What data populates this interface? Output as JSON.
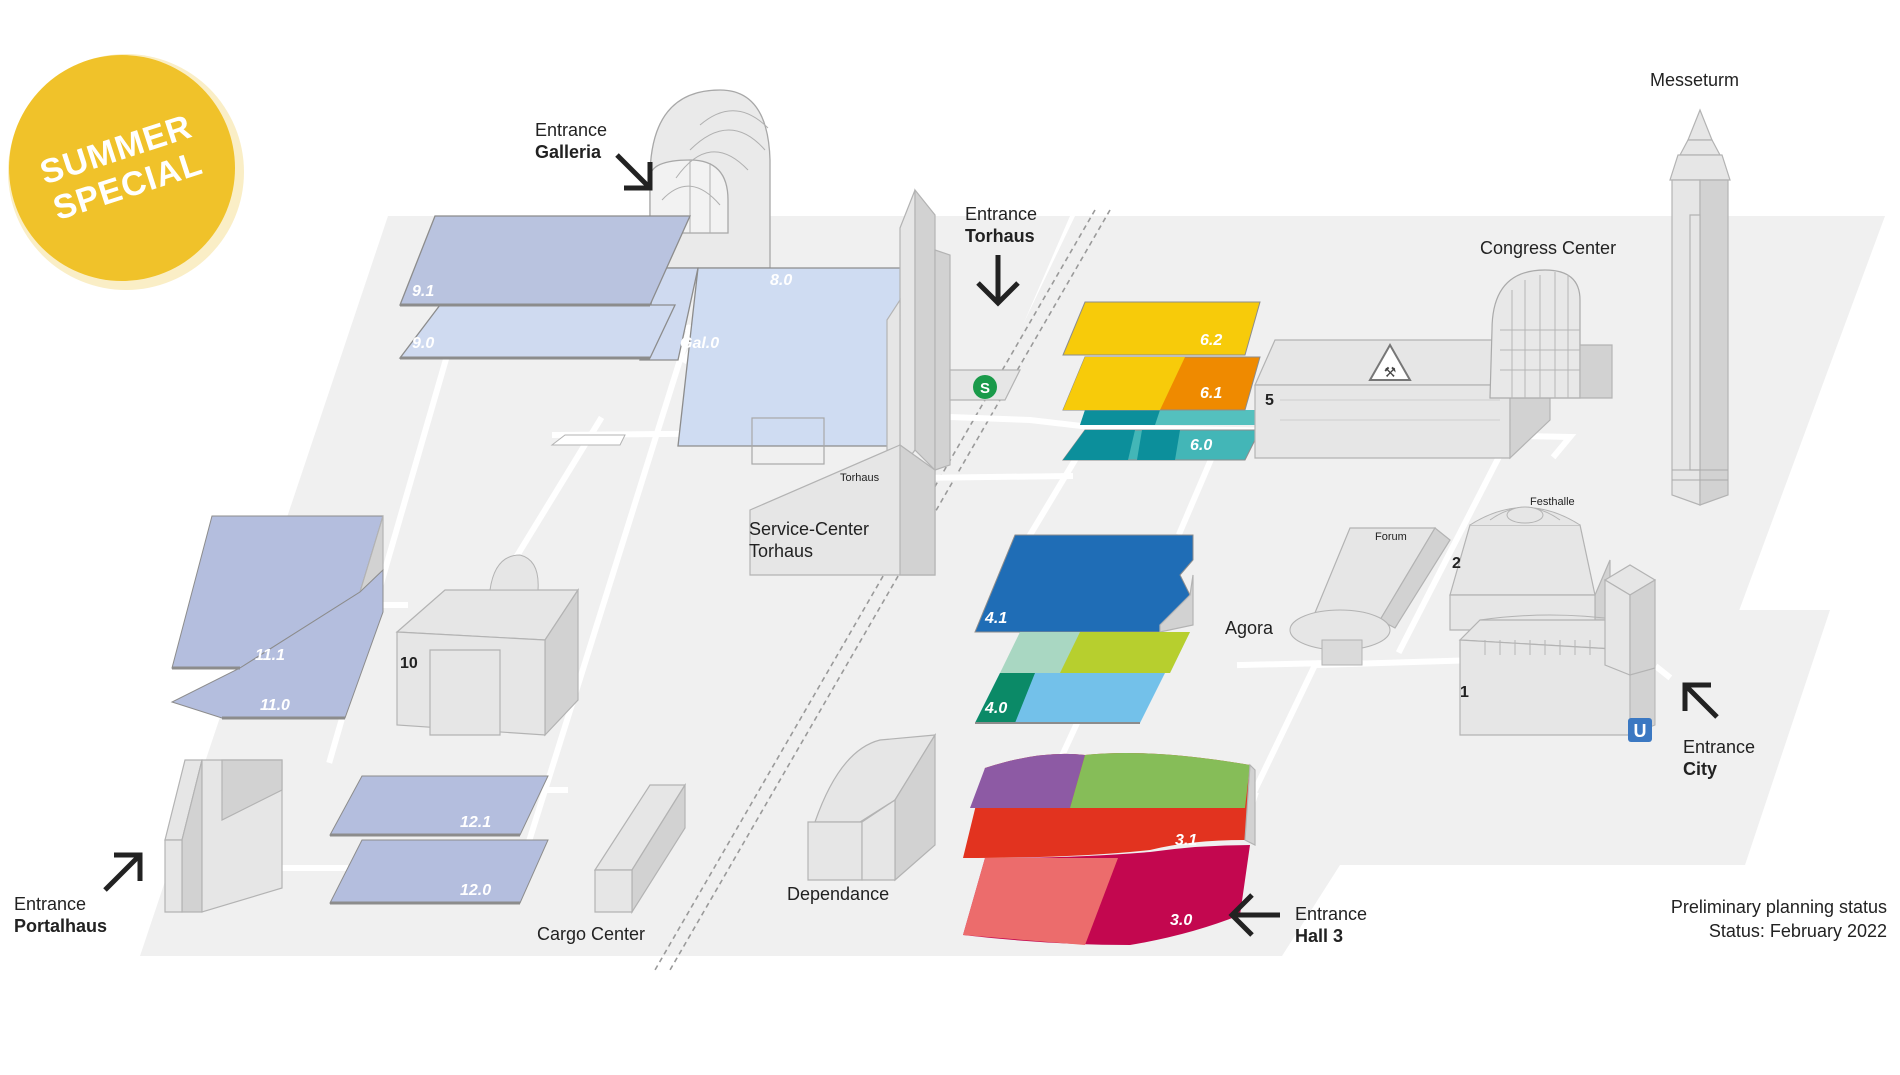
{
  "badge": {
    "line1": "SUMMER",
    "line2": "SPECIAL",
    "color": "#f0c22a"
  },
  "entrances": {
    "galleria": {
      "line1": "Entrance",
      "line2": "Galleria"
    },
    "torhaus": {
      "line1": "Entrance",
      "line2": "Torhaus"
    },
    "portalhaus": {
      "line1": "Entrance",
      "line2": "Portalhaus"
    },
    "hall3": {
      "line1": "Entrance",
      "line2": "Hall 3"
    },
    "city": {
      "line1": "Entrance",
      "line2": "City"
    }
  },
  "places": {
    "messeturm": "Messeturm",
    "congress_center": "Congress Center",
    "torhaus": "Torhaus",
    "service_center_1": "Service-Center",
    "service_center_2": "Torhaus",
    "agora": "Agora",
    "forum": "Forum",
    "festhalle": "Festhalle",
    "dependance": "Dependance",
    "cargo_center": "Cargo Center"
  },
  "halls": [
    {
      "id": "9.1",
      "color": "#b9c3df"
    },
    {
      "id": "9.0",
      "color": "#cfdaf0"
    },
    {
      "id": "8.0",
      "color": "#cfdcf2"
    },
    {
      "id": "Gal.0",
      "color": "#cfdaf0"
    },
    {
      "id": "11.1",
      "color": "#b4bede"
    },
    {
      "id": "11.0",
      "color": "#b4bede"
    },
    {
      "id": "12.1",
      "color": "#b4bede"
    },
    {
      "id": "12.0",
      "color": "#b4bede"
    },
    {
      "id": "6.2",
      "color": "#f7cb0a"
    },
    {
      "id": "6.1",
      "color": "#ef8a00"
    },
    {
      "id": "6.0",
      "color": "#43b6b7"
    },
    {
      "id": "4.1",
      "color": "#1f6db6"
    },
    {
      "id": "4.0",
      "color": "#0b8a67"
    },
    {
      "id": "3.1",
      "color": "#e2331f"
    },
    {
      "id": "3.0",
      "color": "#c3074f"
    }
  ],
  "hall_colors": {
    "h61_yellow": "#f7cb0a",
    "h60_dark": "#0c8f9b",
    "h60_light": "#54c0be",
    "h40_mint": "#a9d7c2",
    "h40_lime": "#b7cf2e",
    "h40_sky": "#73c1ea",
    "h31_purple": "#8d5aa4",
    "h31_green": "#86bd58",
    "h30_salmon": "#ec6c6c"
  },
  "building_numbers": [
    "10",
    "5",
    "2",
    "1"
  ],
  "symbols": {
    "s_bahn": "S",
    "u_bahn": "U",
    "s_bahn_color": "#1a9a4a",
    "u_bahn_color": "#3b78c2"
  },
  "status": {
    "line1": "Preliminary planning status",
    "line2": "Status: February 2022"
  }
}
